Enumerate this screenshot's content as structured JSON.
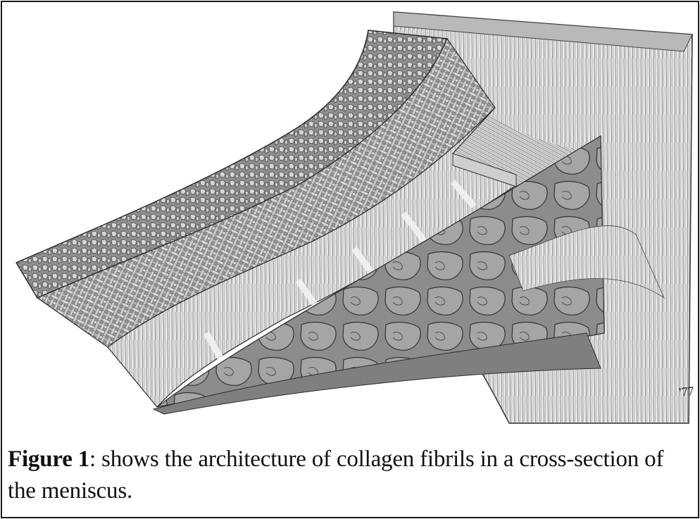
{
  "figure": {
    "label": "Figure 1",
    "caption_text": ": shows the architecture of collagen fibrils in a cross-section of the meniscus."
  },
  "illustration": {
    "description_icon": "meniscus-cross-section-drawing",
    "artist_signature": "'77"
  },
  "colors": {
    "ink": "#111111",
    "border": "#1a1a1a",
    "paper": "#ffffff"
  }
}
